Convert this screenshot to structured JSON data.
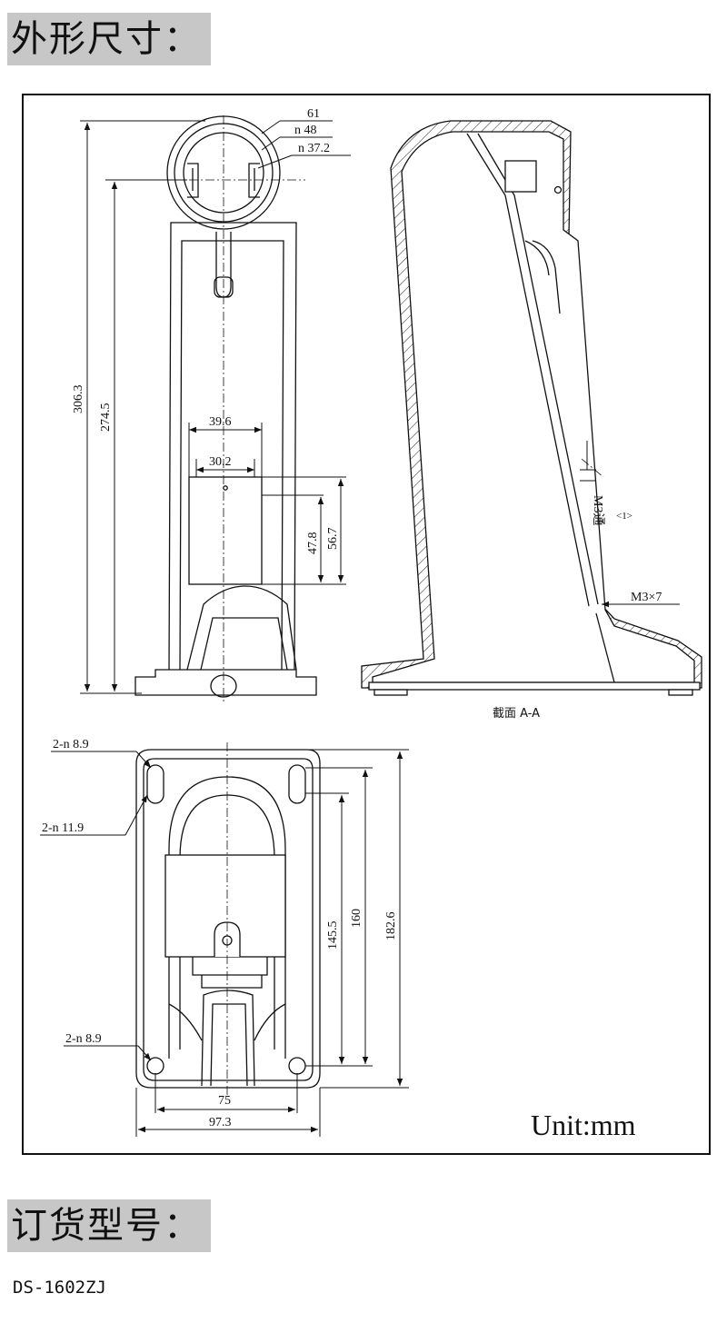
{
  "sections": {
    "dimensions_title": "外形尺寸：",
    "order_title": "订货型号："
  },
  "model": "DS-1602ZJ",
  "unit": "Unit:mm",
  "section_label": "截面  A-A",
  "front_view": {
    "dim_outer_diameter": "61",
    "dim_mid_diameter": "n 48",
    "dim_inner_diameter": "n 37.2",
    "dim_total_height": "306.3",
    "dim_center_height": "274.5",
    "dim_plate_width_outer": "39.6",
    "dim_plate_width_inner": "30.2",
    "dim_plate_height_inner": "47.8",
    "dim_plate_height_outer": "56.7"
  },
  "side_view": {
    "screw_through": "M3通",
    "screw_note": "<1>",
    "screw_size": "M3×7"
  },
  "base_view": {
    "hole_top_small": "2-n 8.9",
    "hole_top_large": "2-n 11.9",
    "hole_bottom": "2-n 8.9",
    "dim_hole_spacing_vertical": "145.5",
    "dim_slot_spacing_vertical": "160",
    "dim_base_length": "182.6",
    "dim_hole_spacing_horizontal": "75",
    "dim_base_width": "97.3"
  }
}
